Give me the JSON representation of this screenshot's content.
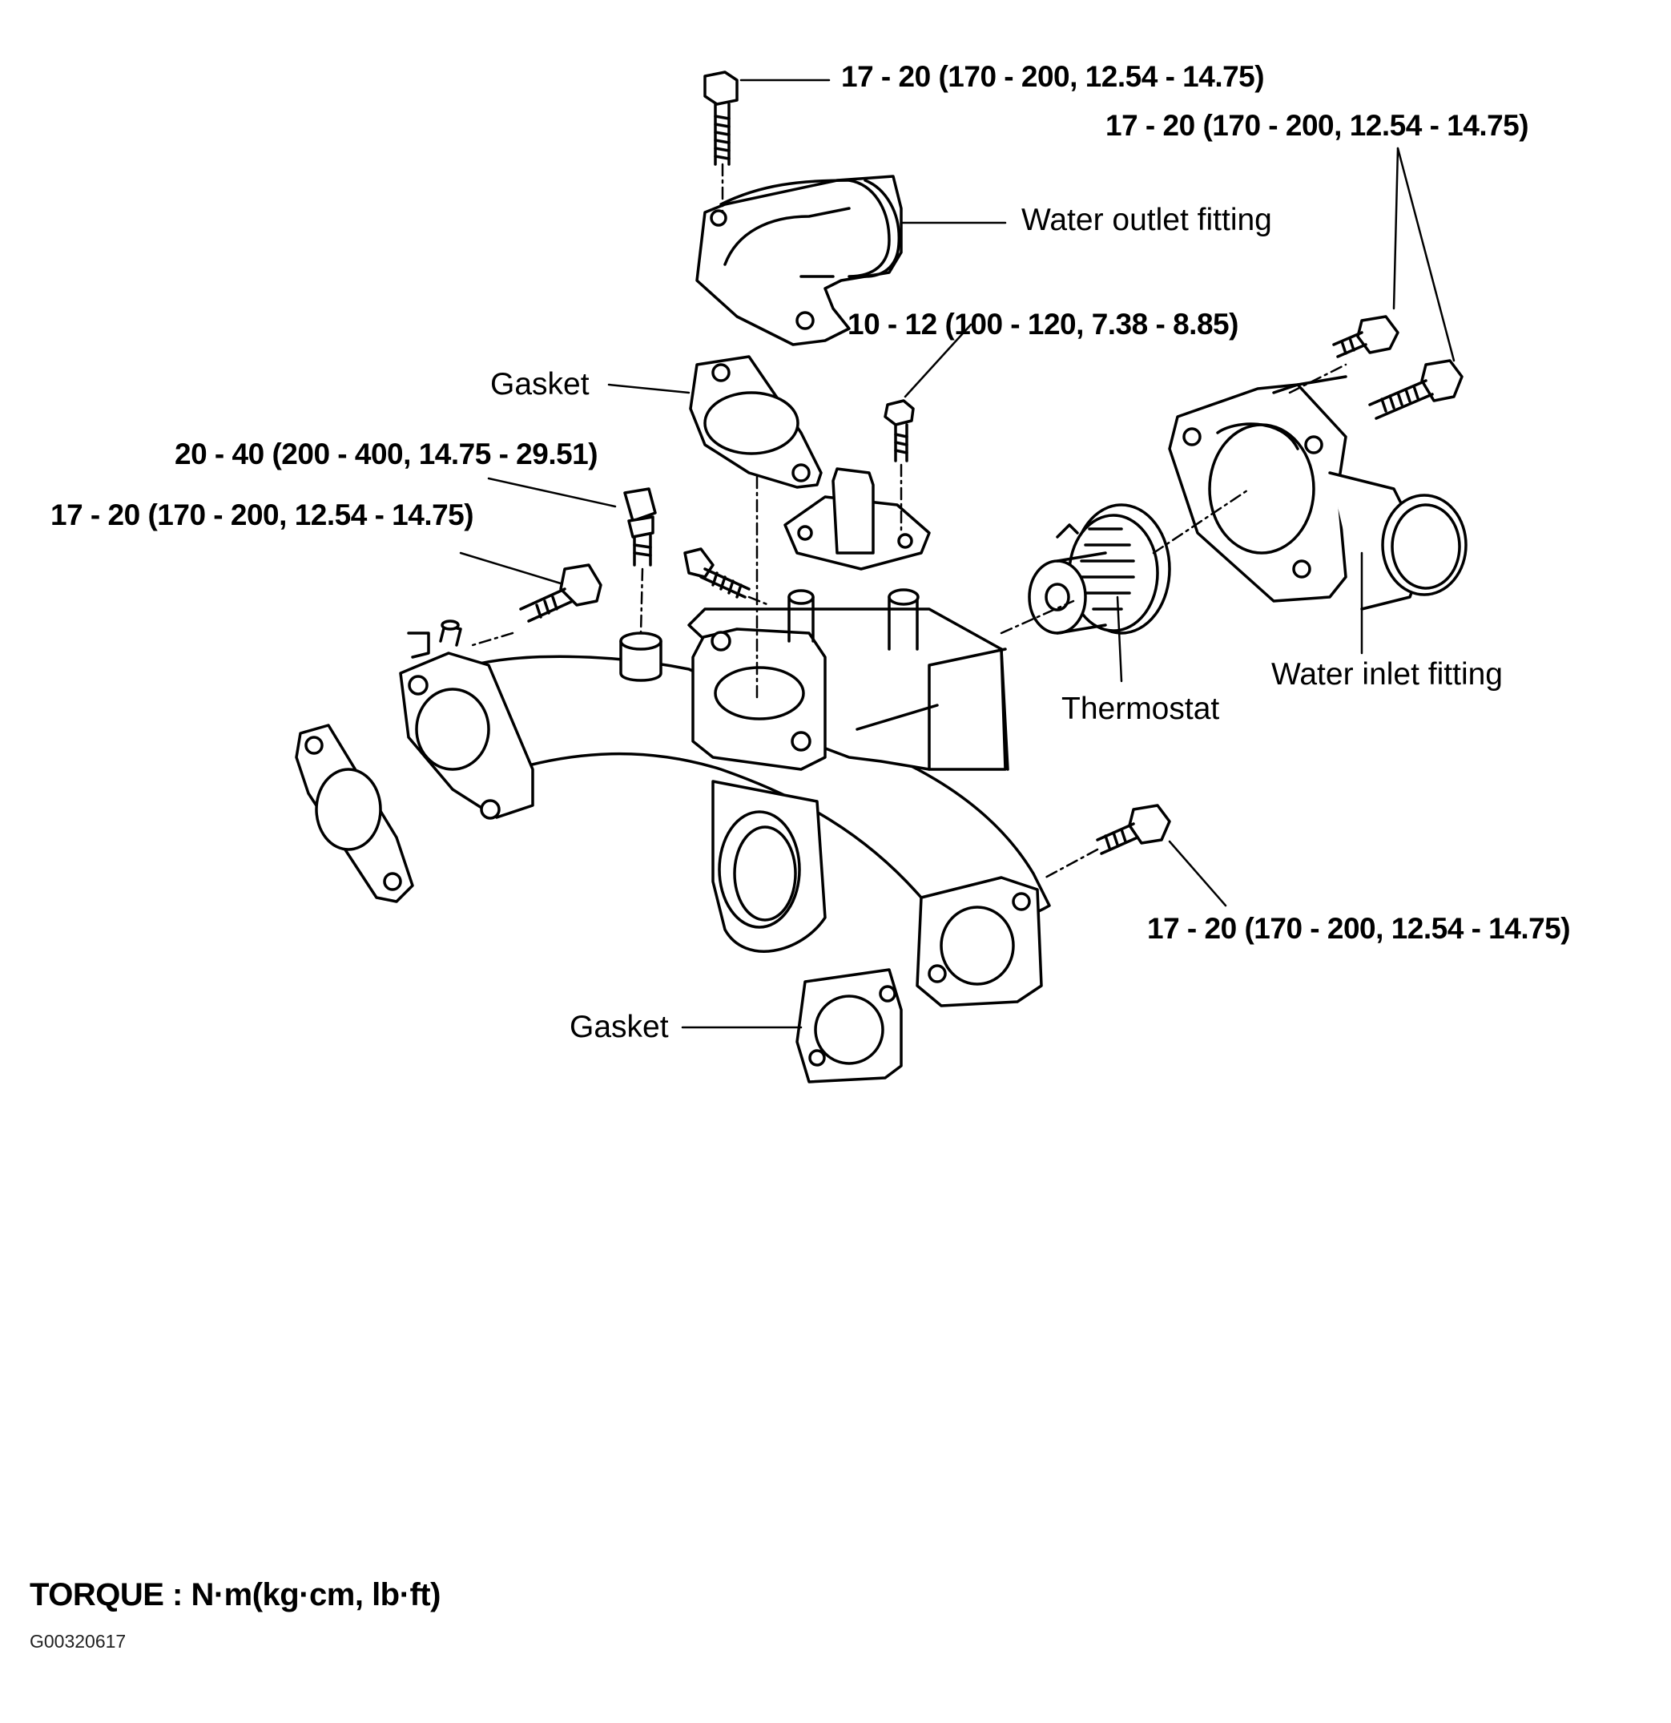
{
  "labels": {
    "torque_top_bolt": "17 - 20 (170 - 200, 12.54 - 14.75)",
    "torque_inlet_bolts": "17 - 20 (170 - 200, 12.54 - 14.75)",
    "water_outlet_fitting": "Water outlet fitting",
    "torque_small_bolt": "10 - 12 (100 - 120, 7.38 - 8.85)",
    "gasket_upper": "Gasket",
    "torque_sensor": "20 - 40 (200 - 400, 14.75 - 29.51)",
    "torque_left_bolt": "17 - 20 (170 - 200, 12.54 - 14.75)",
    "thermostat": "Thermostat",
    "water_inlet_fitting": "Water inlet fitting",
    "torque_right_bolt": "17 - 20 (170 - 200, 12.54 - 14.75)",
    "gasket_lower": "Gasket"
  },
  "footer": {
    "torque_units": "TORQUE : N·m(kg·cm, lb·ft)",
    "figure_code": "G00320617"
  }
}
